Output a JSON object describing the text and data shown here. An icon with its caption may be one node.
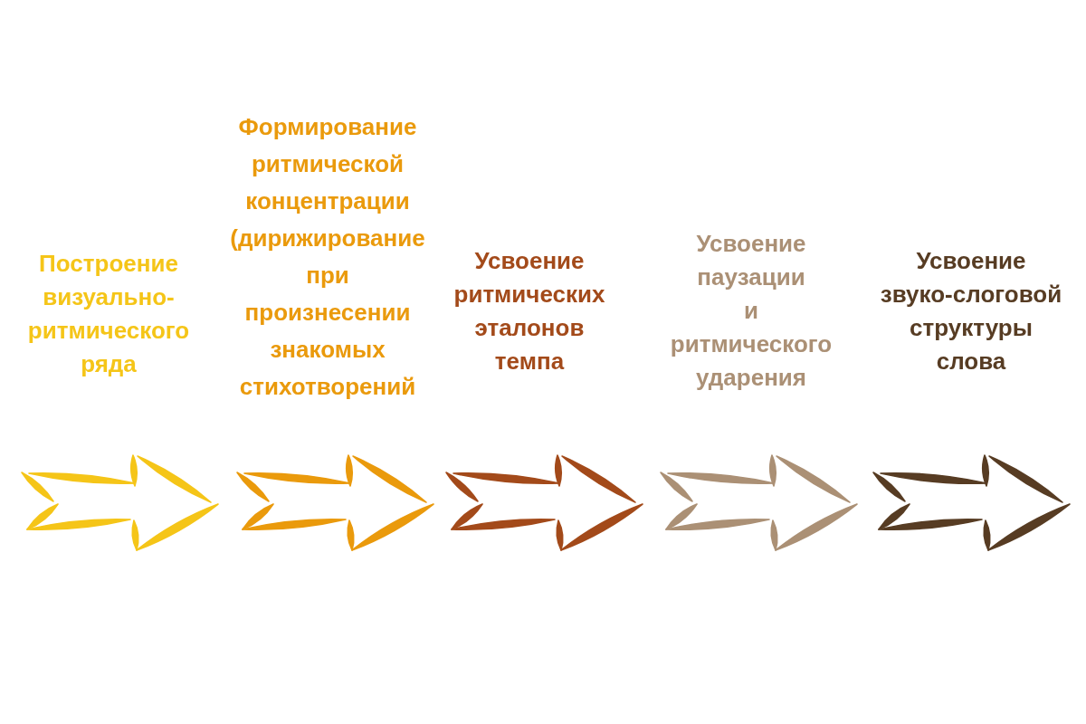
{
  "diagram": {
    "nodes": [
      {
        "text": [
          "Построение визуально-ритмического ряда"
        ]
      },
      {
        "text": [
          "Формирование ритмической концентрации (дирижирование при произнесении знакомых стихотворений"
        ]
      },
      {
        "text": [
          "Усвоение ритмических эталонов темпа"
        ]
      },
      {
        "text": [
          "Усвоение паузации и ритмического ударения"
        ]
      },
      {
        "text": [
          "Усвоение звуко-слоговой структуры слова"
        ]
      },
      {
        "text": [],
        "shape": "arrow"
      },
      {
        "text": [],
        "shape": "arrow"
      },
      {
        "text": [],
        "shape": "arrow"
      },
      {
        "text": [],
        "shape": "arrow"
      },
      {
        "text": [],
        "shape": "arrow"
      }
    ]
  }
}
